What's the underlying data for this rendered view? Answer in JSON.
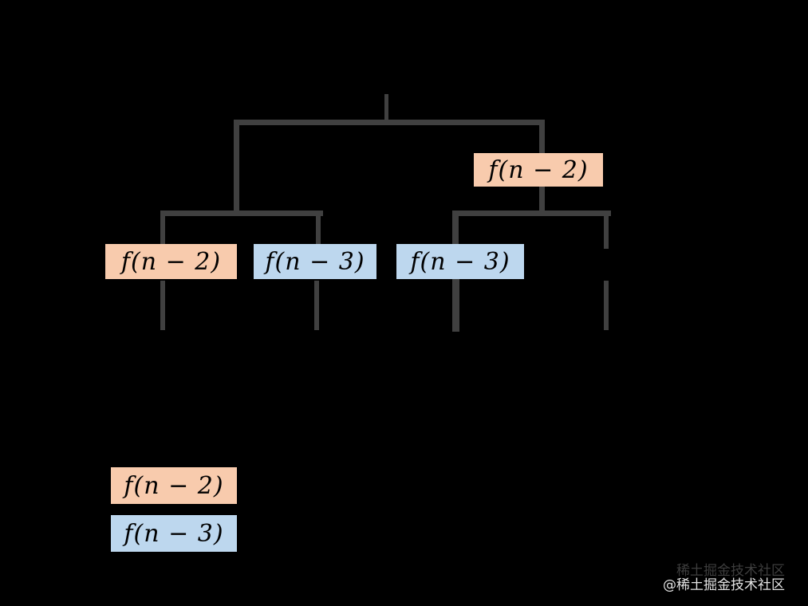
{
  "colors": {
    "background": "#000000",
    "line": "#404040",
    "orange": "#F8CBAD",
    "blue": "#BDD7EE",
    "node_text": "#000000"
  },
  "tree": {
    "nodes": {
      "level1_right": {
        "label": "f(n − 2)",
        "variant": "orange"
      },
      "level2_left_first": {
        "label": "f(n − 2)",
        "variant": "orange"
      },
      "level2_left_second": {
        "label": "f(n − 3)",
        "variant": "blue"
      },
      "level2_right_first": {
        "label": "f(n − 3)",
        "variant": "blue"
      }
    }
  },
  "legend": {
    "items": [
      {
        "label": "f(n − 2)",
        "variant": "orange"
      },
      {
        "label": "f(n − 3)",
        "variant": "blue"
      }
    ]
  },
  "watermark": {
    "text": "@稀土掘金技术社区",
    "shadow_text": "稀土掘金技术社区"
  }
}
